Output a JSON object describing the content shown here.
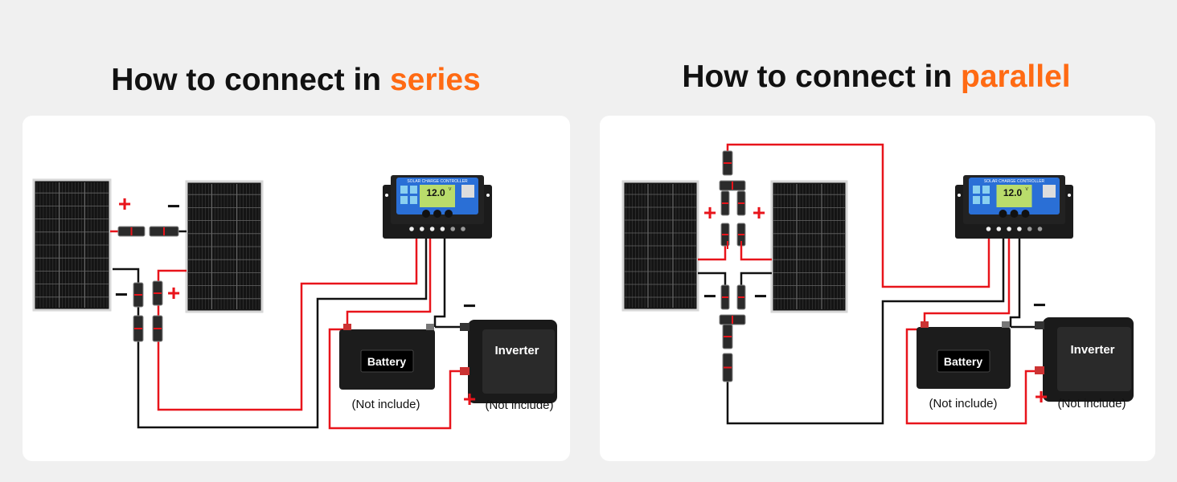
{
  "series": {
    "title_prefix": "How to connect in ",
    "title_accent": "series",
    "battery_label": "Battery",
    "inverter_label": "Inverter",
    "battery_note": "(Not include)",
    "inverter_note": "(Not include)"
  },
  "parallel": {
    "title_prefix": "How to connect in ",
    "title_accent": "parallel",
    "battery_label": "Battery",
    "inverter_label": "Inverter",
    "battery_note": "(Not include)",
    "inverter_note": "(Not include)"
  },
  "controller": {
    "header": "SOLAR CHARGE CONTROLLER",
    "display": "12.0",
    "unit": "V"
  },
  "signs": {
    "plus": "+",
    "minus": "−"
  },
  "colors": {
    "accent": "#ff6a13",
    "positive_wire": "#e8141b",
    "negative_wire": "#111111",
    "controller_face": "#2a6fd6",
    "lcd": "#b9dc6b"
  }
}
